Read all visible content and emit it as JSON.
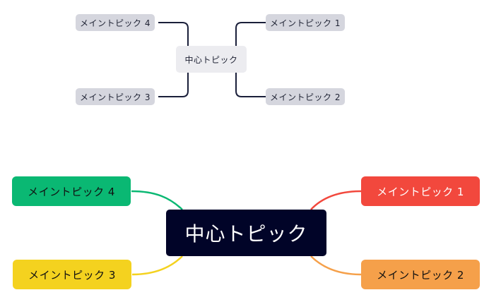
{
  "small_map": {
    "center": "中心トピック",
    "topics": {
      "t1": "メイントピック 1",
      "t2": "メイントピック 2",
      "t3": "メイントピック 3",
      "t4": "メイントピック 4"
    },
    "colors": {
      "node": "#d5d6de",
      "center": "#ececf0",
      "line": "#1a1f3a"
    }
  },
  "large_map": {
    "center": "中心トピック",
    "topics": {
      "t1": "メイントピック 1",
      "t2": "メイントピック 2",
      "t3": "メイントピック 3",
      "t4": "メイントピック 4"
    },
    "colors": {
      "center": "#010428",
      "t1": "#f2483d",
      "t2": "#f5a04a",
      "t3": "#f4d21f",
      "t4": "#0ab873"
    }
  }
}
